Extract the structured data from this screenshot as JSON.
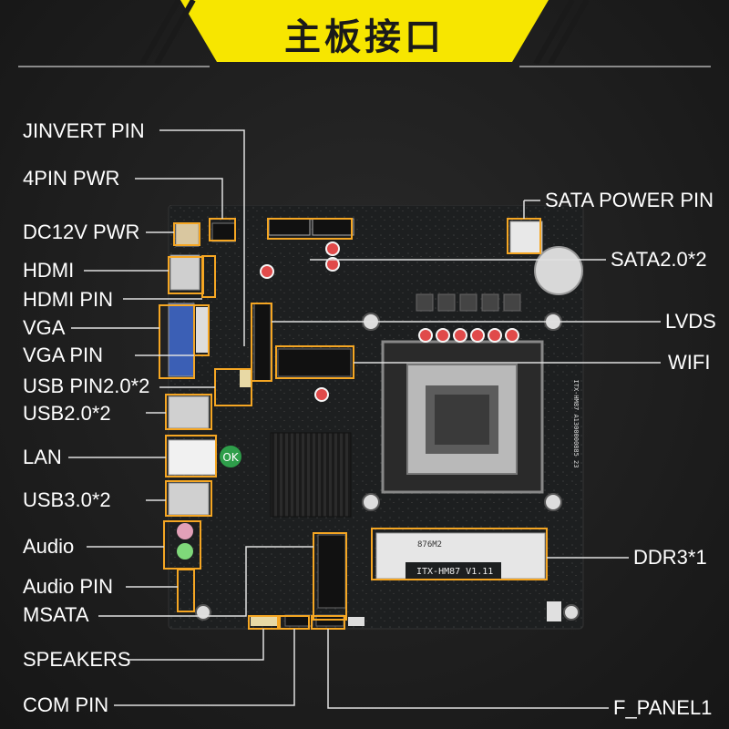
{
  "title": "主板接口",
  "board": {
    "silkscreen_model": "ITX-HM87 V1.11",
    "ddr_label": "876M2",
    "side_code": "ITX-HM87 A1300000885 23",
    "ok_badge": "OK"
  },
  "left_labels": [
    {
      "id": "jinvert-pin",
      "text": "JINVERT PIN"
    },
    {
      "id": "4pin-pwr",
      "text": "4PIN PWR"
    },
    {
      "id": "dc12v-pwr",
      "text": "DC12V PWR"
    },
    {
      "id": "hdmi",
      "text": "HDMI"
    },
    {
      "id": "hdmi-pin",
      "text": "HDMI PIN"
    },
    {
      "id": "vga",
      "text": "VGA"
    },
    {
      "id": "vga-pin",
      "text": "VGA PIN"
    },
    {
      "id": "usb-pin",
      "text": "USB PIN2.0*2"
    },
    {
      "id": "usb20",
      "text": "USB2.0*2"
    },
    {
      "id": "lan",
      "text": "LAN"
    },
    {
      "id": "usb30",
      "text": "USB3.0*2"
    },
    {
      "id": "audio",
      "text": "Audio"
    },
    {
      "id": "audio-pin",
      "text": "Audio PIN"
    },
    {
      "id": "msata",
      "text": "MSATA"
    },
    {
      "id": "speakers",
      "text": "SPEAKERS"
    },
    {
      "id": "com-pin",
      "text": "COM PIN"
    }
  ],
  "right_labels": [
    {
      "id": "sata-power-pin",
      "text": "SATA POWER PIN"
    },
    {
      "id": "sata20",
      "text": "SATA2.0*2"
    },
    {
      "id": "lvds",
      "text": "LVDS"
    },
    {
      "id": "wifi",
      "text": "WIFI"
    },
    {
      "id": "ddr3",
      "text": "DDR3*1"
    },
    {
      "id": "f-panel1",
      "text": "F_PANEL1"
    }
  ],
  "colors": {
    "accent": "#f5a623",
    "banner": "#f7e600",
    "label": "#ffffff",
    "line": "#e0e0e0"
  }
}
